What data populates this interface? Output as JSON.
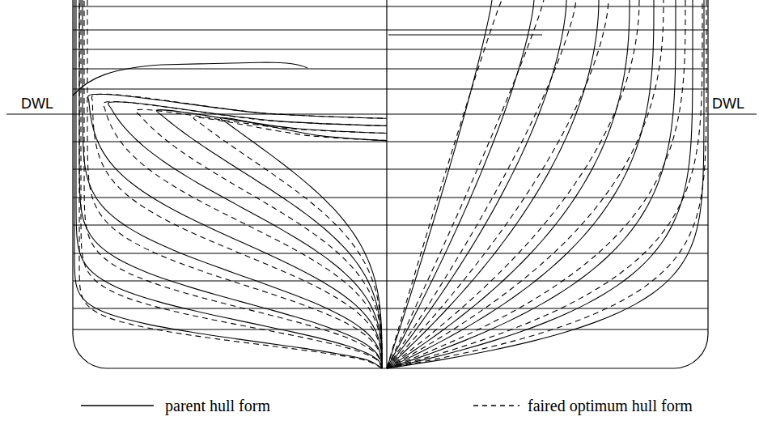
{
  "diagram": {
    "labels": [
      "DWL",
      "DWL"
    ],
    "legend": [
      {
        "text": "parent hull form"
      },
      {
        "text": "faired optimum hull form"
      }
    ]
  }
}
